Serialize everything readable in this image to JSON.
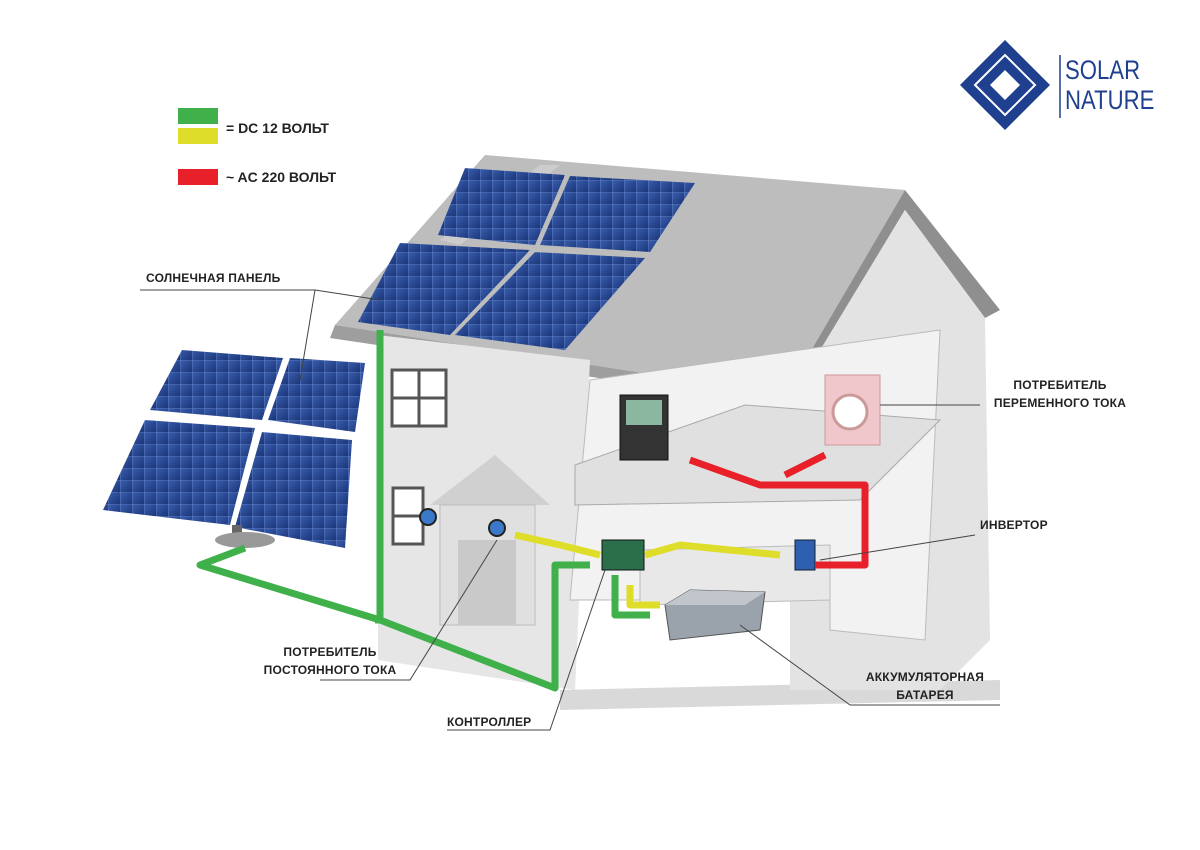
{
  "legend": {
    "dc_label": "= DC 12 ВОЛЬТ",
    "ac_label": "~ AC 220 ВОЛЬТ",
    "colors": {
      "dc_green": "#3fb04a",
      "dc_yellow": "#dede2a",
      "ac_red": "#e8202a"
    }
  },
  "logo": {
    "line1": "SOLAR",
    "line2": "NATURE",
    "color": "#1f3f8f"
  },
  "labels": {
    "solar_panel": "СОЛНЕЧНАЯ ПАНЕЛЬ",
    "ac_consumer_1": "ПОТРЕБИТЕЛЬ",
    "ac_consumer_2": "ПЕРЕМЕННОГО ТОКА",
    "inverter": "ИНВЕРТОР",
    "dc_consumer_1": "ПОТРЕБИТЕЛЬ",
    "dc_consumer_2": "ПОСТОЯННОГО ТОКА",
    "controller": "КОНТРОЛЛЕР",
    "battery_1": "АККУМУЛЯТОРНАЯ",
    "battery_2": "БАТАРЕЯ"
  }
}
